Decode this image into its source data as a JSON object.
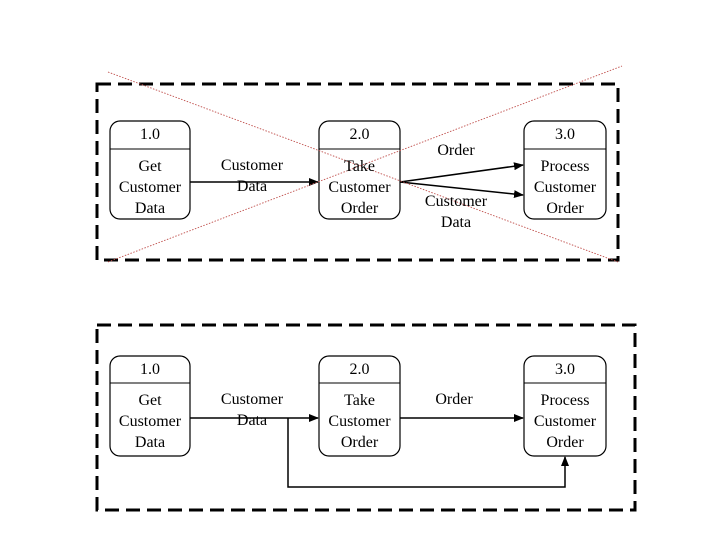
{
  "colors": {
    "line": "#000000",
    "cross": "#c0504d",
    "background": "#ffffff"
  },
  "top_panel": {
    "crossed_out": true,
    "processes": [
      {
        "number": "1.0",
        "name": "Get\nCustomer\nData"
      },
      {
        "number": "2.0",
        "name": "Take\nCustomer\nOrder"
      },
      {
        "number": "3.0",
        "name": "Process\nCustomer\nOrder"
      }
    ],
    "flows": [
      {
        "label": "Customer\nData"
      },
      {
        "label": "Order"
      },
      {
        "label": "Customer\nData"
      }
    ]
  },
  "bottom_panel": {
    "crossed_out": false,
    "processes": [
      {
        "number": "1.0",
        "name": "Get\nCustomer\nData"
      },
      {
        "number": "2.0",
        "name": "Take\nCustomer\nOrder"
      },
      {
        "number": "3.0",
        "name": "Process\nCustomer\nOrder"
      }
    ],
    "flows": [
      {
        "label": "Customer\nData"
      },
      {
        "label": "Order"
      }
    ]
  }
}
